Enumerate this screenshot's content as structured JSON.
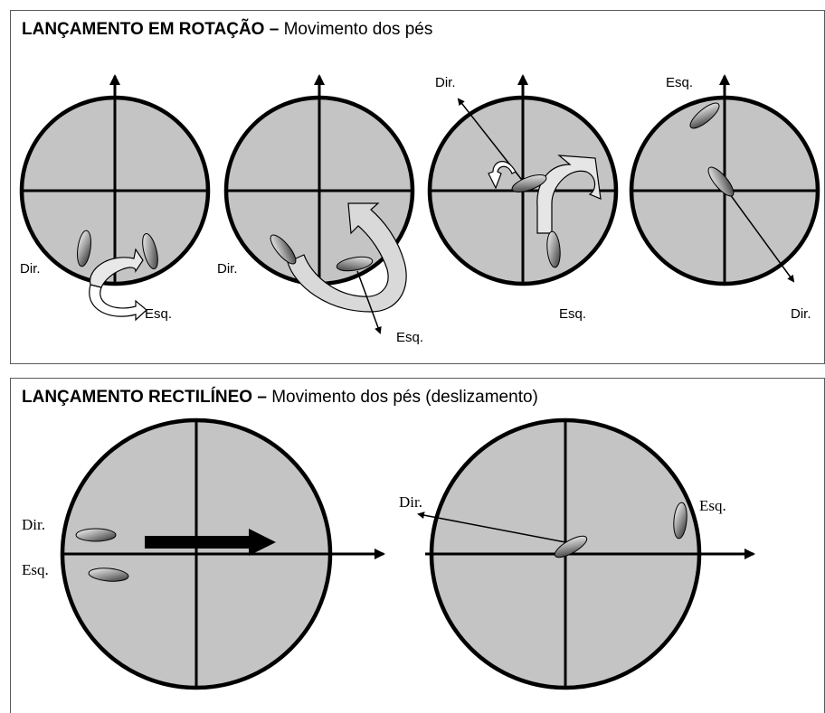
{
  "panel1": {
    "title_bold": "LANÇAMENTO EM ROTAÇÃO",
    "title_dash": "–",
    "title_rest": "Movimento dos pés",
    "labels": {
      "c1_dir": "Dir.",
      "c1_esq": "Esq.",
      "c2_dir": "Dir.",
      "c2_esq": "Esq.",
      "c3_dir": "Dir.",
      "c3_esq": "Esq.",
      "c4_esq": "Esq.",
      "c4_dir": "Dir."
    }
  },
  "panel2": {
    "title_bold": "LANÇAMENTO RECTILÍNEO",
    "title_dash": "–",
    "title_rest": "Movimento dos pés (deslizamento)",
    "labels": {
      "c5_dir": "Dir.",
      "c5_esq": "Esq.",
      "c6_dir": "Dir.",
      "c6_esq": "Esq."
    }
  },
  "colors": {
    "circle_fill": "#c4c4c4",
    "stroke": "#000000",
    "arrow_fill": "#d9d9d9"
  }
}
